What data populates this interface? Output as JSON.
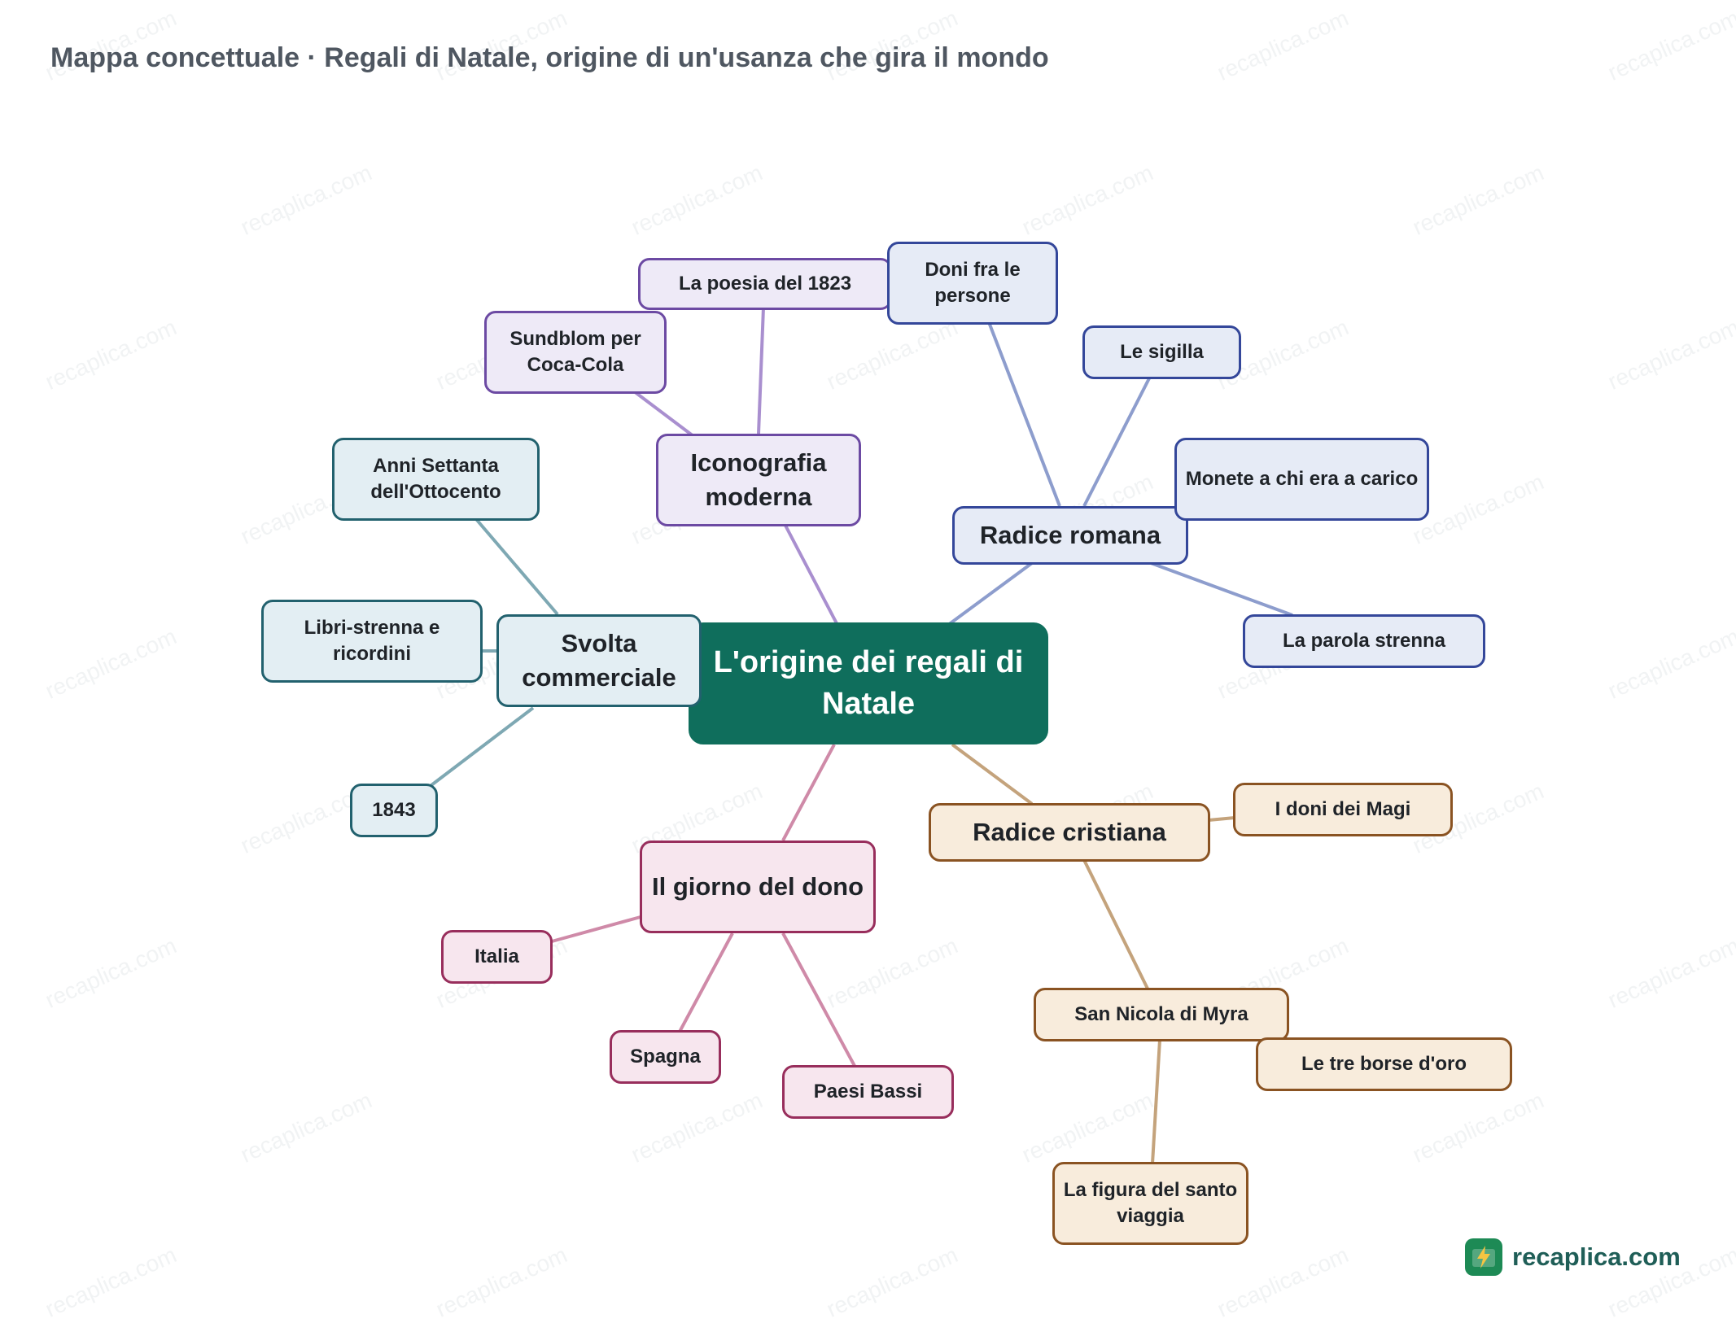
{
  "title": "Mappa concettuale · Regali di Natale, origine di un'usanza che gira il mondo",
  "brand": {
    "name": "recaplica.com",
    "logo_icon": "book-lightning-icon",
    "watermark": "recaplica.com"
  },
  "colors": {
    "center": "#0f6e5c",
    "purple": "#6c4aa3",
    "blue": "#34479a",
    "teal": "#22616e",
    "pink": "#982e5c",
    "orange": "#8a5322"
  },
  "center": {
    "label": "L'origine dei regali di Natale"
  },
  "branches": {
    "iconografia": {
      "label": "Iconografia moderna",
      "leaves": {
        "poesia": "La poesia del 1823",
        "sundblom": "Sundblom per Coca-Cola"
      }
    },
    "romana": {
      "label": "Radice romana",
      "leaves": {
        "doni": "Doni fra le persone",
        "sigilla": "Le sigilla",
        "monete": "Monete a chi era a carico",
        "strenna": "La parola strenna"
      }
    },
    "svolta": {
      "label": "Svolta commerciale",
      "leaves": {
        "anni": "Anni Settanta dell'Ottocento",
        "libri": "Libri-strenna e ricordini",
        "anno1843": "1843"
      }
    },
    "giorno": {
      "label": "Il giorno del dono",
      "leaves": {
        "italia": "Italia",
        "spagna": "Spagna",
        "paesi": "Paesi Bassi"
      }
    },
    "cristiana": {
      "label": "Radice cristiana",
      "leaves": {
        "magi": "I doni dei Magi",
        "nicola": "San Nicola di Myra"
      }
    },
    "nicola": {
      "leaves": {
        "borse": "Le tre borse d'oro",
        "figura": "La figura del santo viaggia"
      }
    }
  }
}
